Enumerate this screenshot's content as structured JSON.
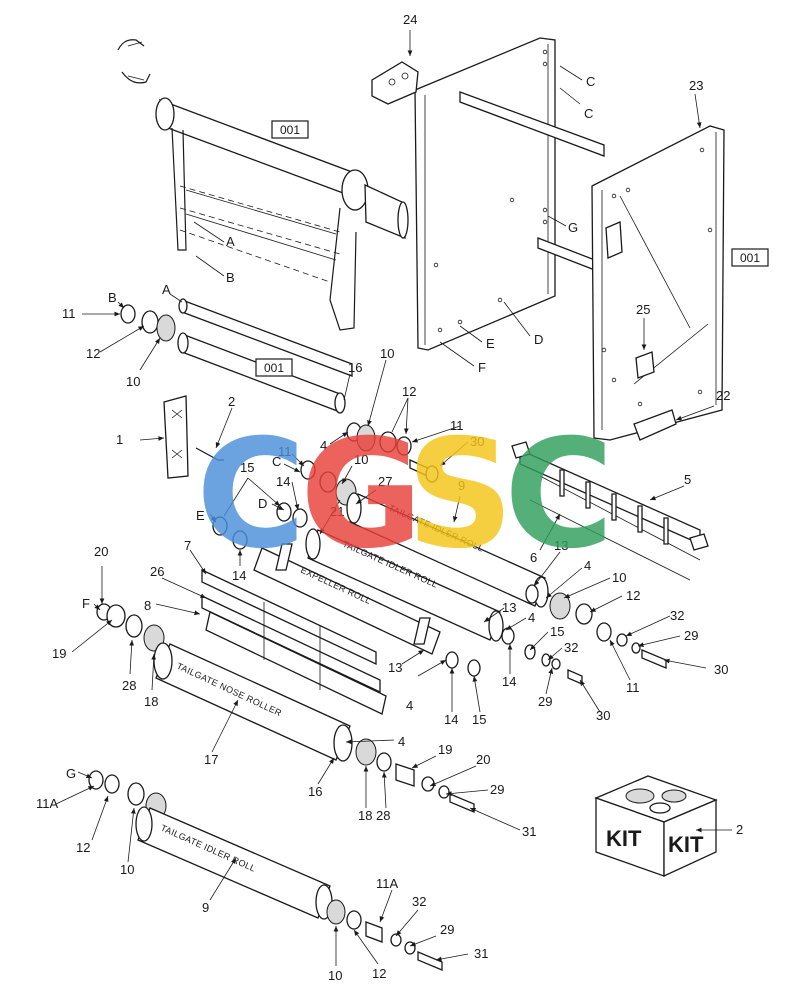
{
  "ref_boxes": [
    "001",
    "001",
    "001"
  ],
  "watermark": {
    "letters": [
      "C",
      "G",
      "S",
      "C"
    ],
    "colors": [
      "#4a8fd8",
      "#e8403a",
      "#f5c518",
      "#2f9e5b"
    ]
  },
  "roll_labels": {
    "tailgate_idler_roll_upper": "TAILGATE IDLER ROLL",
    "tailgate_idler_roll_middle": "TAILGATE IDLER ROLL",
    "expeller_roll": "EXPELLER ROLL",
    "tailgate_nose_roller": "TAILGATE NOSE ROLLER",
    "tailgate_idler_roll_lower": "TAILGATE IDLER ROLL"
  },
  "kit": {
    "label_left": "KIT",
    "label_right": "KIT",
    "callout": "2"
  },
  "callouts": {
    "c24": "24",
    "c23": "23",
    "c22": "22",
    "c25": "25",
    "cC1": "C",
    "cC2": "C",
    "cG1": "G",
    "cD1": "D",
    "cE1": "E",
    "cF1": "F",
    "cA1": "A",
    "cB1": "B",
    "cA2": "A",
    "cB2": "B",
    "c11a": "11",
    "c12a": "12",
    "c10a": "10",
    "c16a": "16",
    "c10b": "10",
    "c12b": "12",
    "c11b": "11",
    "c30a": "30",
    "c4a": "4",
    "c1": "1",
    "c2": "2",
    "c11c": "11",
    "cC3": "C",
    "c15a": "15",
    "c14a": "14",
    "cD2": "D",
    "c10c": "10",
    "c27": "27",
    "c9a": "9",
    "c21": "21",
    "cE2": "E",
    "c14b": "14",
    "c5": "5",
    "c6": "6",
    "c13a": "13",
    "c4b": "4",
    "c20a": "20",
    "cF2": "F",
    "c19a": "19",
    "c28a": "28",
    "c18a": "18",
    "c7": "7",
    "c26": "26",
    "c8": "8",
    "c13b": "13",
    "c4c": "4",
    "c13c": "13",
    "c4d": "4",
    "c10d": "10",
    "c12c": "12",
    "c32a": "32",
    "c29a": "29",
    "c30b": "30",
    "c11d": "11",
    "c15b": "15",
    "c32b": "32",
    "c14c": "14",
    "c29b": "29",
    "c30c": "30",
    "c14d": "14",
    "c15c": "15",
    "c17": "17",
    "c4e": "4",
    "c16b": "16",
    "c18b": "18",
    "c28b": "28",
    "c19b": "19",
    "c20b": "20",
    "c29c": "29",
    "c31a": "31",
    "cG2": "G",
    "c11A1": "11A",
    "c12d": "12",
    "c10e": "10",
    "c9b": "9",
    "c11A2": "11A",
    "c32c": "32",
    "c29d": "29",
    "c31b": "31",
    "c10f": "10",
    "c12e": "12"
  }
}
